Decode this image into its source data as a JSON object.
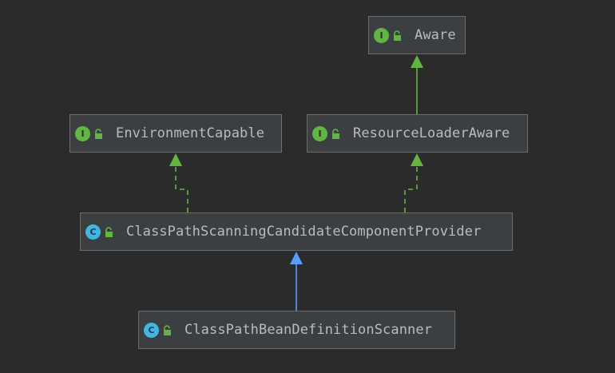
{
  "colors": {
    "background": "#2b2b2b",
    "node_fill": "#3c3f41",
    "node_border": "#6c6c6c",
    "text": "#bbbbbb",
    "interface_badge": "#62b543",
    "class_badge": "#40b6e0",
    "implements_edge": "#62b543",
    "extends_edge": "#589df6",
    "interface_extends_edge": "#62b543"
  },
  "nodes": {
    "aware": {
      "label": "Aware",
      "kind": "interface",
      "badge": "I",
      "icon": "interface-icon"
    },
    "environment_capable": {
      "label": "EnvironmentCapable",
      "kind": "interface",
      "badge": "I",
      "icon": "interface-icon"
    },
    "resource_loader_aware": {
      "label": "ResourceLoaderAware",
      "kind": "interface",
      "badge": "I",
      "icon": "interface-icon"
    },
    "provider": {
      "label": "ClassPathScanningCandidateComponentProvider",
      "kind": "class",
      "badge": "C",
      "icon": "class-icon"
    },
    "scanner": {
      "label": "ClassPathBeanDefinitionScanner",
      "kind": "class",
      "badge": "C",
      "icon": "class-icon"
    }
  },
  "edges": [
    {
      "from": "resource_loader_aware",
      "to": "aware",
      "type": "extends-interface",
      "style": "solid"
    },
    {
      "from": "provider",
      "to": "environment_capable",
      "type": "implements",
      "style": "dashed"
    },
    {
      "from": "provider",
      "to": "resource_loader_aware",
      "type": "implements",
      "style": "dashed"
    },
    {
      "from": "scanner",
      "to": "provider",
      "type": "extends",
      "style": "solid"
    }
  ]
}
